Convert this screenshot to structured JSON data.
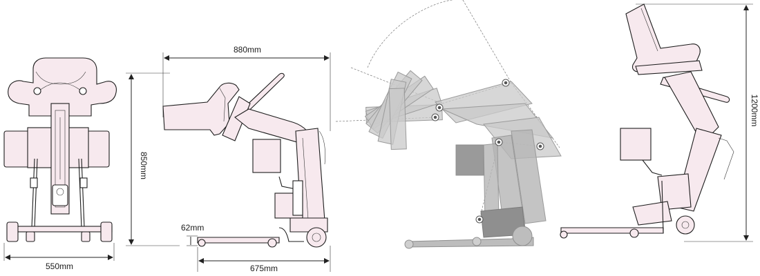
{
  "colors": {
    "part_fill": "#f7e9ee",
    "outline": "#1c1c1c",
    "ghost_fill": "#c9c9c9",
    "ghost_dark": "#8f8f8f",
    "dimension_line": "#222222",
    "background": "#ffffff"
  },
  "dimensions": {
    "front_width": "550mm",
    "side_length": "880mm",
    "side_height": "850mm",
    "ground_clearance": "62mm",
    "base_length": "675mm",
    "standing_height": "1200mm"
  },
  "views": [
    {
      "name": "front-view"
    },
    {
      "name": "side-view-sitting"
    },
    {
      "name": "motion-sequence"
    },
    {
      "name": "side-view-standing"
    }
  ]
}
